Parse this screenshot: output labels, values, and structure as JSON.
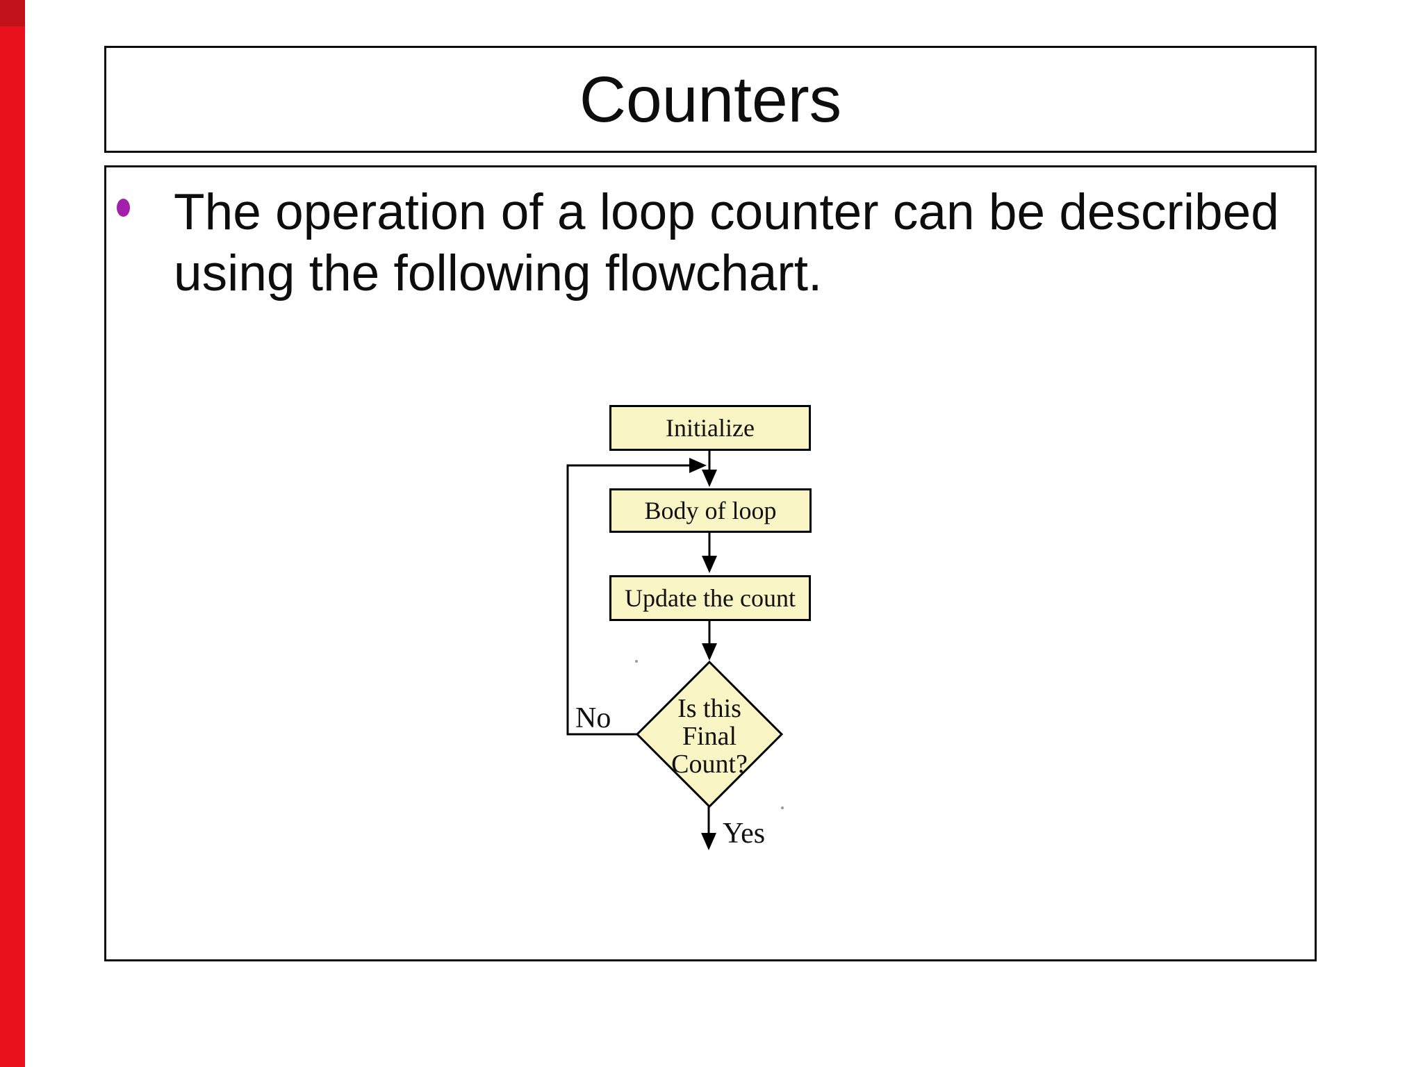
{
  "slide": {
    "title": "Counters",
    "bullet_text_full": "The operation of a loop counter can be described using the following flowchart.",
    "bullet_lines": [
      "The operation of a loop counter can be described",
      "using the following flowchart."
    ]
  },
  "flowchart": {
    "nodes": [
      {
        "id": "initialize",
        "shape": "process",
        "label": "Initialize"
      },
      {
        "id": "body-of-loop",
        "shape": "process",
        "label": "Body of loop"
      },
      {
        "id": "update-the-count",
        "shape": "process",
        "label": "Update the count"
      },
      {
        "id": "final-count",
        "shape": "decision",
        "label": "Is this Final Count?",
        "label_lines": [
          "Is this",
          "Final",
          "Count?"
        ]
      }
    ],
    "branch_labels": {
      "no": "No",
      "yes": "Yes"
    },
    "flow": [
      "initialize -> body-of-loop",
      "body-of-loop -> update-the-count",
      "update-the-count -> final-count",
      "final-count -No-> body-of-loop",
      "final-count -Yes-> exit"
    ]
  },
  "colors": {
    "background": "#FFFFFF",
    "text": "#0D0D0D",
    "node_fill": "#FAF5C5",
    "node_border": "#000000",
    "bullet_marker": "#A420AC",
    "left_strip": "#E8121C",
    "left_strip_top": "#C11119"
  }
}
